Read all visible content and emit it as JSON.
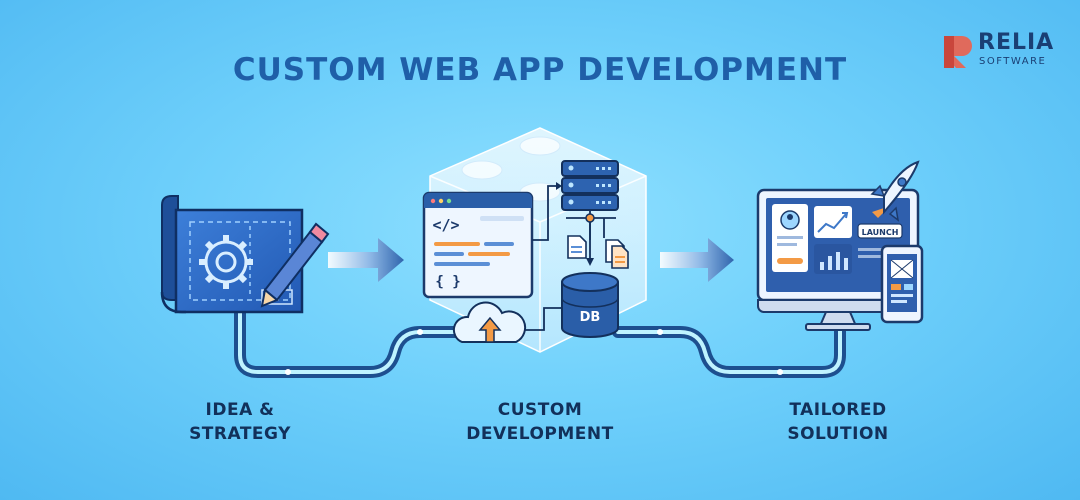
{
  "title": "CUSTOM WEB APP DEVELOPMENT",
  "logo": {
    "name": "RELIA",
    "tagline": "SOFTWARE"
  },
  "stages": [
    {
      "line1": "IDEA &",
      "line2": "STRATEGY"
    },
    {
      "line1": "CUSTOM",
      "line2": "DEVELOPMENT"
    },
    {
      "line1": "TAILORED",
      "line2": "SOLUTION"
    }
  ],
  "icons": {
    "code_brackets": "</>",
    "code_braces": "{ }",
    "database": "DB",
    "launch": "LAUNCH"
  },
  "colors": {
    "background": "#6fd0fb",
    "title": "#1f5fa8",
    "label": "#12305a",
    "arrow": "#3a73b8",
    "brand": "#d94f45"
  }
}
